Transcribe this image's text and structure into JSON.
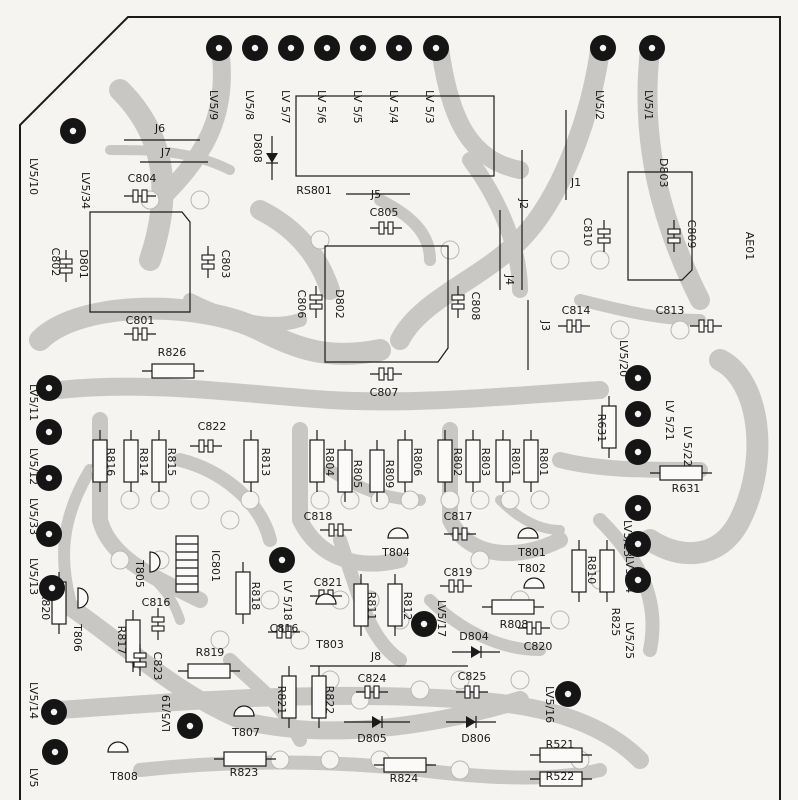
{
  "board": {
    "code": "AE01",
    "pins": [
      "LV5/10",
      "LV5/34",
      "LV5/9",
      "LV5/8",
      "LV 5/7",
      "LV 5/6",
      "LV 5/5",
      "LV 5/4",
      "LV 5/3",
      "LV5/2",
      "LV5/1",
      "LV5/20",
      "LV 5/21",
      "LV 5/22",
      "LV5/23",
      "LV5/24",
      "LV5/25",
      "LV5/11",
      "LV5/12",
      "LV5/33",
      "LV5/13",
      "LV5/14",
      "LV5/19",
      "LV5",
      "LV 5/18",
      "LV5/17",
      "LV5/16"
    ],
    "resistors": [
      "R826",
      "R816",
      "R814",
      "R815",
      "R813",
      "R804",
      "R805",
      "R809",
      "R806",
      "R802",
      "R803",
      "R801",
      "R801",
      "R631",
      "R631",
      "R810",
      "R825",
      "R818",
      "R820",
      "R817",
      "R819",
      "R821",
      "R822",
      "R811",
      "R812",
      "R808",
      "R823",
      "R824",
      "R521",
      "R522"
    ],
    "capacitors": [
      "C804",
      "C802",
      "C803",
      "C801",
      "C805",
      "C806",
      "C808",
      "C807",
      "C810",
      "C809",
      "C814",
      "C813",
      "C822",
      "C818",
      "C817",
      "C816",
      "C821",
      "C819",
      "C820",
      "C823",
      "C824",
      "C825"
    ],
    "diodes": [
      "D801",
      "D802",
      "D803",
      "D804",
      "D805",
      "D806",
      "D808"
    ],
    "transistors": [
      "T801",
      "T802",
      "T803",
      "T804",
      "T805",
      "T806",
      "T807",
      "T808"
    ],
    "ics": [
      "IC801",
      "RS801"
    ],
    "jumpers": [
      "J1",
      "J2",
      "J3",
      "J4",
      "J5",
      "J6",
      "J7",
      "J8"
    ]
  }
}
